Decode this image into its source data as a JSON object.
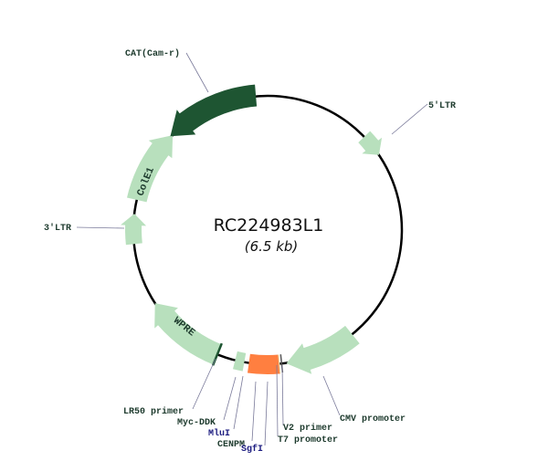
{
  "plasmid": {
    "name": "RC224983L1",
    "size": "(6.5 kb)"
  },
  "colors": {
    "feature_light": "#b8e0bd",
    "feature_dark": "#1e5532",
    "insert": "#ff7f40",
    "backbone": "#000000"
  },
  "features": {
    "cat": "CAT(Cam-r)",
    "ltr5": "5'LTR",
    "ltr3": "3'LTR",
    "cole1": "ColE1",
    "wpre": "WPRE",
    "lr50": "LR50 primer",
    "myc": "Myc-DDK",
    "mlui": "MluI",
    "cenpm": "CENPM",
    "sgfi": "SgfI",
    "v2": "V2 primer",
    "t7": "T7 promoter",
    "cmv": "CMV promoter"
  }
}
